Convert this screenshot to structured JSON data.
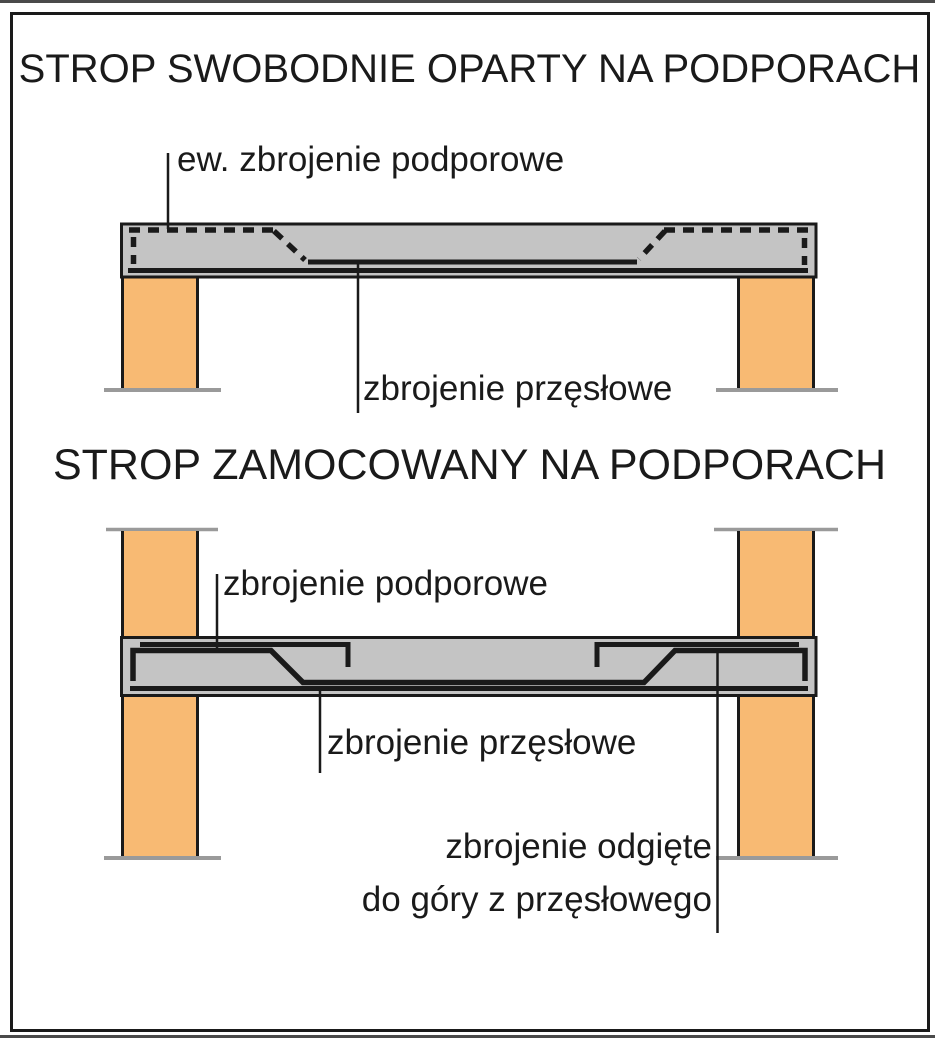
{
  "colors": {
    "ink": "#1a1a1a",
    "slab_fill": "#c4c4c4",
    "column_fill": "#f8ba73",
    "ground_line": "#9a9a9a",
    "edge_strip": "#4a4a4a",
    "background": "#ffffff"
  },
  "diagram_top": {
    "title": "STROP SWOBODNIE OPARTY NA PODPORACH",
    "labels": {
      "support_reinforcement": "ew. zbrojenie podporowe",
      "span_reinforcement": "zbrojenie przęsłowe"
    }
  },
  "diagram_bottom": {
    "title": "STROP ZAMOCOWANY NA PODPORACH",
    "labels": {
      "support_reinforcement": "zbrojenie podporowe",
      "span_reinforcement": "zbrojenie przęsłowe",
      "bent_up_reinforcement_line1": "zbrojenie odgięte",
      "bent_up_reinforcement_line2": "do góry z przęsłowego"
    }
  }
}
